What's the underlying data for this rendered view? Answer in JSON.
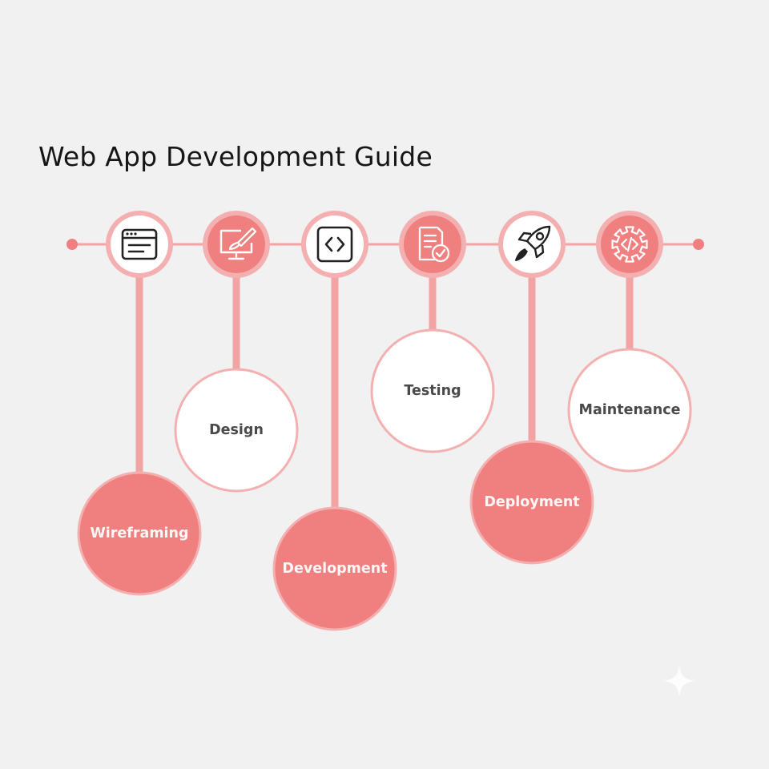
{
  "title": "Web App Development Guide",
  "colors": {
    "accent": "#f08080",
    "accent_line": "#f2a3a3",
    "ring": "#f4b0b0",
    "dark_text": "#4a4a4a",
    "background": "#f2f1f1"
  },
  "steps": [
    {
      "label": "Wireframing",
      "icon": "browser-window-icon",
      "fill": "accent"
    },
    {
      "label": "Design",
      "icon": "monitor-paintbrush-icon",
      "fill": "outline"
    },
    {
      "label": "Development",
      "icon": "code-brackets-icon",
      "fill": "accent"
    },
    {
      "label": "Testing",
      "icon": "document-checkmark-icon",
      "fill": "outline"
    },
    {
      "label": "Deployment",
      "icon": "rocket-icon",
      "fill": "accent"
    },
    {
      "label": "Maintenance",
      "icon": "gear-code-icon",
      "fill": "outline"
    }
  ]
}
